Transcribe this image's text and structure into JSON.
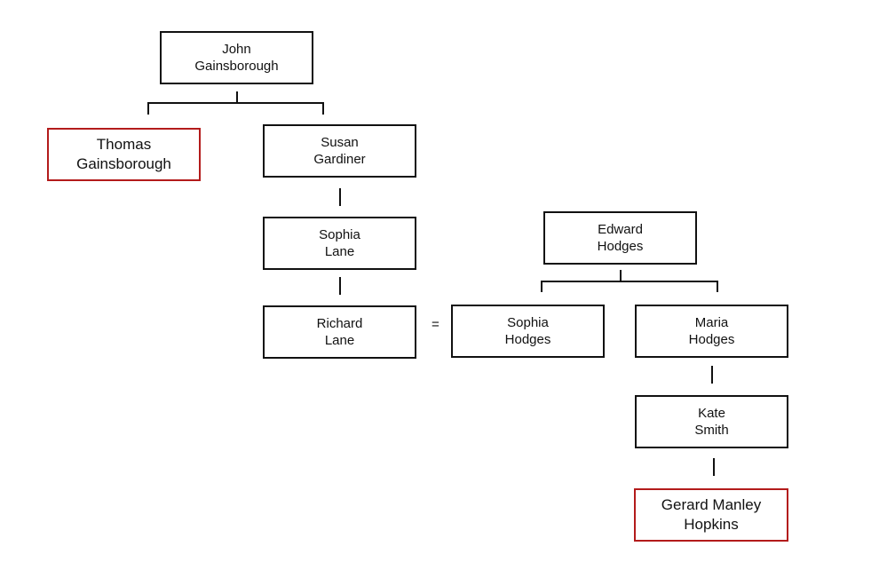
{
  "people": {
    "john": "John\nGainsborough",
    "thomas": "Thomas\nGainsborough",
    "susan": "Susan\nGardiner",
    "sophia_lane": "Sophia\nLane",
    "richard": "Richard\nLane",
    "edward": "Edward\nHodges",
    "sophia_hodges": "Sophia\nHodges",
    "maria": "Maria\nHodges",
    "kate": "Kate\nSmith",
    "gerard": "Gerard Manley\nHopkins"
  },
  "marriage_symbol": "=",
  "colors": {
    "border": "#111111",
    "highlight": "#b31b1b"
  }
}
